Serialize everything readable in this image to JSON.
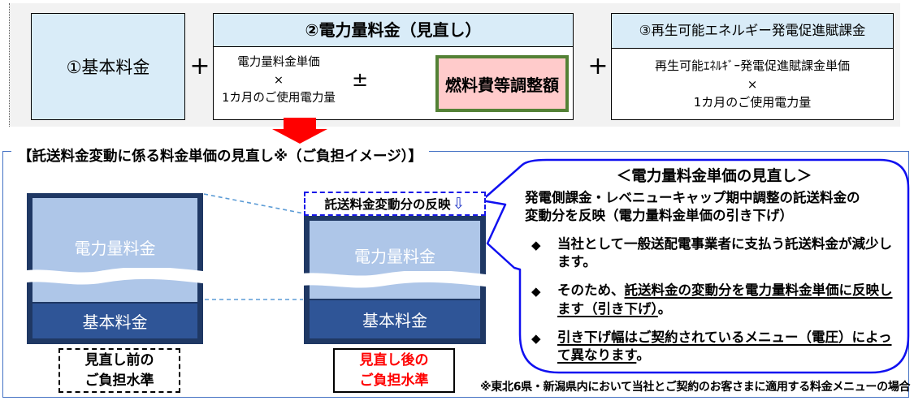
{
  "colors": {
    "panel_bg": "#F2F2F2",
    "light_blue_fill": "#D9ECF8",
    "fuel_pink": "#FFCBCB",
    "fuel_green_border": "#538135",
    "arrow_red": "#FF0000",
    "bar_border_navy": "#1F3864",
    "bar_light_blue": "#AEC6E8",
    "bar_mid_blue": "#2F5597",
    "section_border_blue": "#4472C4",
    "bubble_border_blue": "#1010F0",
    "tag_border_blue": "#1616E8",
    "connector_dash_blue": "#5B9BD5",
    "after_caption_red": "#FF0000"
  },
  "formula_panel": {
    "basic_fee_label": "①基本料金",
    "plus_1": "+",
    "energy_fee_box": {
      "title": "②電力量料金（見直し）",
      "unit_price_line1": "電力量料金単価",
      "unit_price_line2": "×",
      "unit_price_line3": "1カ月のご使用電力量",
      "plus_minus": "±",
      "fuel_adjustment_label": "燃料費等調整額"
    },
    "plus_2": "+",
    "renewable_box": {
      "title": "③再生可能エネルギー発電促進賦課金",
      "line1": "再生可能ｴﾈﾙｷﾞｰ発電促進賦課金単価",
      "line2": "×",
      "line3": "1カ月のご使用電力量"
    }
  },
  "revision_section": {
    "heading": "【託送料金変動に係る料金単価の見直し※（ご負担イメージ）】",
    "before_bar": {
      "energy_label": "電力量料金",
      "basic_label": "基本料金",
      "caption_line1": "見直し前の",
      "caption_line2": "ご負担水準"
    },
    "after_bar": {
      "tag_label": "託送料金変動分の反映",
      "tag_arrow_icon": "⇩",
      "energy_label": "電力量料金",
      "basic_label": "基本料金",
      "caption_line1": "見直し後の",
      "caption_line2": "ご負担水準"
    },
    "callout": {
      "title": "＜電力量料金単価の見直し＞",
      "intro_line1": "発電側課金・レベニューキャップ期中調整の託送料金の",
      "intro_line2": "変動分を反映（電力量料金単価の引き下げ）",
      "bullet_marker": "◆",
      "bullets": [
        {
          "pre": "当社として一般送配電事業者に支払う託送料金が減少します。",
          "underlined": "",
          "post": ""
        },
        {
          "pre": "そのため、",
          "underlined": "託送料金の変動分を電力量料金単価に反映します（引き下げ）",
          "post": "。"
        },
        {
          "pre": "",
          "underlined": "引き下げ幅はご契約されているメニュー（電圧）によって異なります",
          "post": "。"
        }
      ]
    },
    "footnote": "※東北6県・新潟県内において当社とご契約のお客さまに適用する料金メニューの場合"
  }
}
